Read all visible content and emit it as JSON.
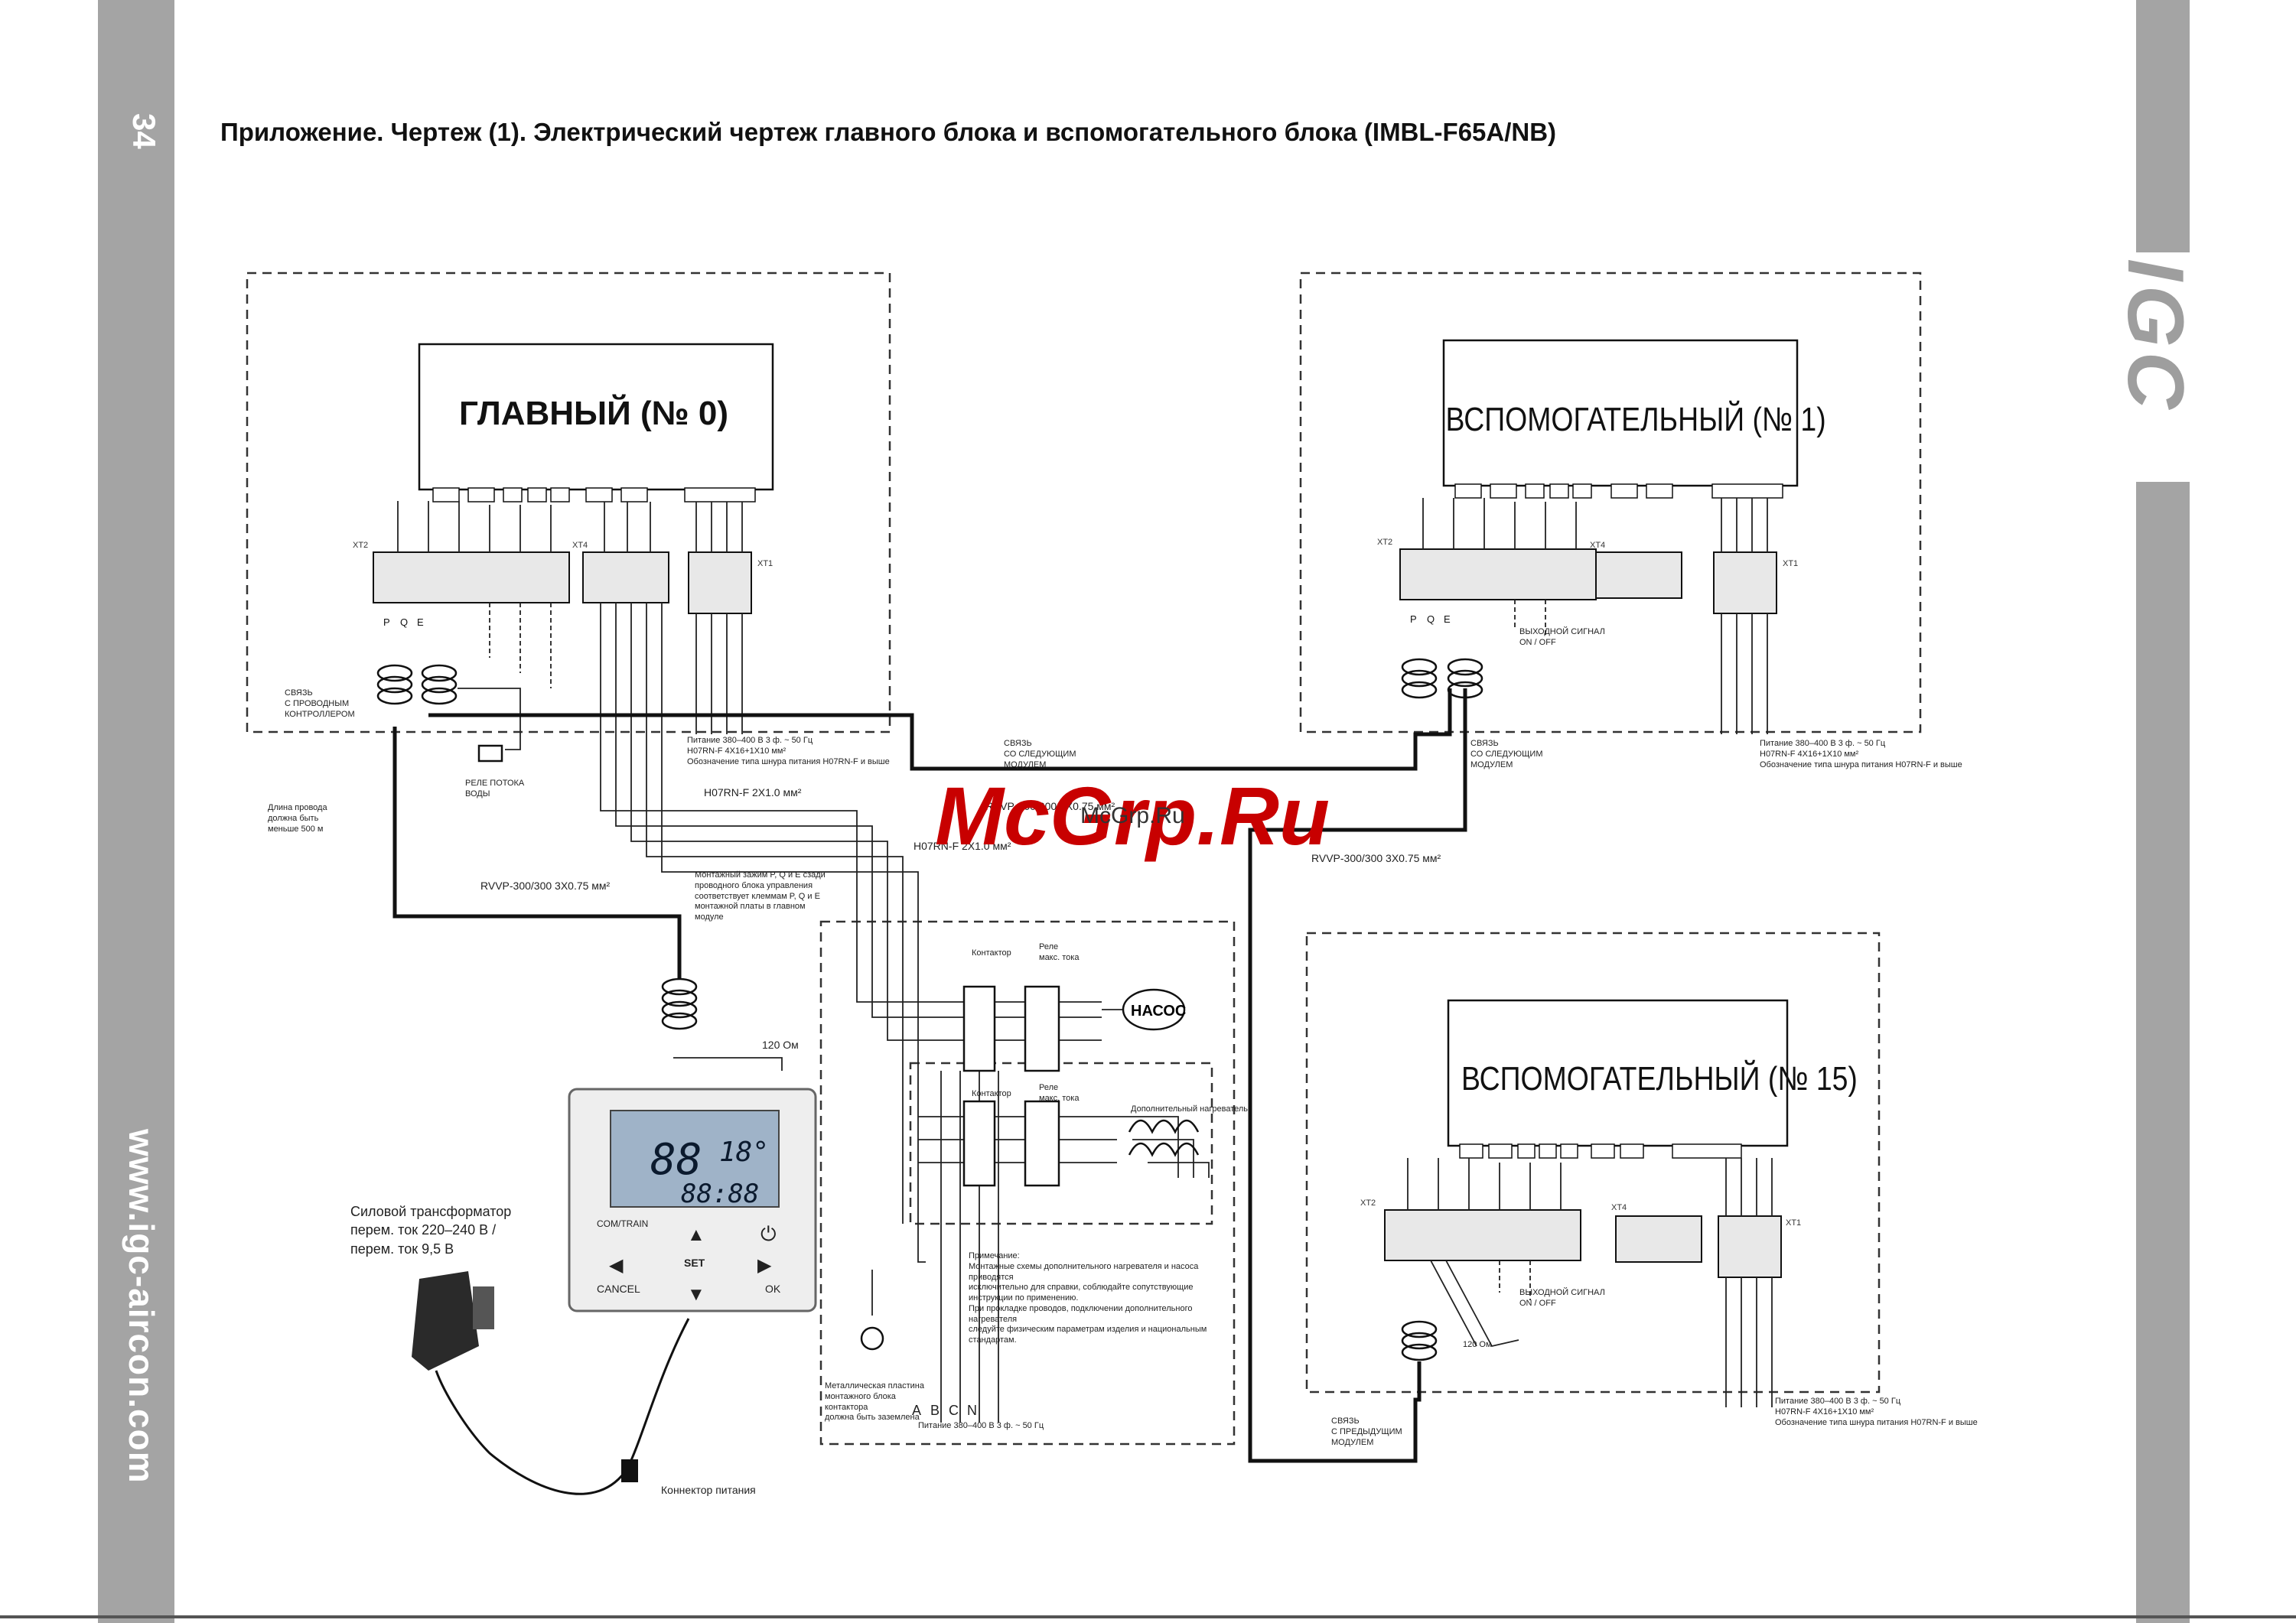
{
  "page_number": "34",
  "website": "www.igc-aircon.com",
  "logo_text": "IGC",
  "title": "Приложение. Чертеж (1). Электрический чертеж главного блока и вспомогательного блока (IMBL-F65A/NB)",
  "watermark": "McGrp.Ru",
  "watermark_small": "McGrp.Ru",
  "units": {
    "main": "ГЛАВНЫЙ (№ 0)",
    "aux1": "ВСПОМОГАТЕЛЬНЫЙ (№ 1)",
    "aux15": "ВСПОМОГАТЕЛЬНЫЙ (№ 15)"
  },
  "terminals": {
    "xt2": "XT2",
    "xt4": "XT4",
    "xt1": "XT1",
    "pqe": [
      "P",
      "Q",
      "E"
    ],
    "abcn": [
      "A",
      "B",
      "C",
      "N"
    ]
  },
  "labels": {
    "link_wired_controller": "СВЯЗЬ\nС ПРОВОДНЫМ\nКОНТРОЛЛЕРОМ",
    "water_flow_relay": "РЕЛЕ ПОТОКА\nВОДЫ",
    "link_next_module_main": "СВЯЗЬ\nСО СЛЕДУЮЩИМ\nМОДУЛЕМ",
    "link_next_module_aux": "СВЯЗЬ\nСО СЛЕДУЮЩИМ\nМОДУЛЕМ",
    "link_prev_module": "СВЯЗЬ\nС ПРЕДЫДУЩИМ\nМОДУЛЕМ",
    "power_main": "Питание 380–400 В 3 ф. ~ 50 Гц\nH07RN-F 4X16+1X10 мм²\nОбозначение типа шнура питания H07RN-F и выше",
    "power_aux1": "Питание 380–400 В 3 ф. ~ 50 Гц\nH07RN-F 4X16+1X10 мм²\nОбозначение типа шнура питания H07RN-F и выше",
    "power_aux15": "Питание 380–400 В 3 ф. ~ 50 Гц\nH07RN-F 4X16+1X10 мм²\nОбозначение типа шнура питания H07RN-F и выше",
    "power_pump_panel": "Питание 380–400 В 3 ф. ~ 50 Гц",
    "cable_h07_a": "H07RN-F 2X1.0 мм²",
    "cable_h07_b": "H07RN-F 2X1.0 мм²",
    "cable_rvvp_a": "RVVP-300/300 3X0.75 мм²",
    "cable_rvvp_b": "RVVP-300/300 3X0.75 мм²",
    "cable_rvvp_c": "RVVP-300/300 3X0.75 мм²",
    "wire_length": "Длина провода\nдолжна быть\nменьше 500 м",
    "mounting_note": "Монтажный зажим P, Q и E сзади\nпроводного блока управления\nсоответствует клеммам P, Q и E\nмонтажной платы в главном\nмодуле",
    "contactor_1": "Контактор",
    "contactor_2": "Контактор",
    "relay_1": "Реле\nмакс. тока",
    "relay_2": "Реле\nмакс. тока",
    "extra_heater": "Дополнительный нагреватель",
    "pump": "НАСОС",
    "resistor_120_a": "120 Ом",
    "resistor_120_b": "120 Ом",
    "output_signal_1": "ВЫХОДНОЙ СИГНАЛ\nON / OFF",
    "output_signal_2": "ВЫХОДНОЙ СИГНАЛ\nON / OFF",
    "metal_plate": "Металлическая пластина\nмонтажного блока контактора\nдолжна быть заземлена",
    "note": "Примечание:\nМонтажные схемы дополнительного нагревателя и насоса приводятся\nисключительно для справки, соблюдайте сопутствующие\nинструкции по применению.\nПри прокладке проводов, подключении дополнительного нагревателя\nследуйте физическим параметрам изделия и национальным\nстандартам.",
    "transformer": "Силовой трансформатор\nперем. ток 220–240 В /\nперем. ток 9,5 В",
    "connector": "Коннектор питания"
  },
  "controller": {
    "display_big": "88",
    "display_temp": "18°",
    "display_time": "88:88",
    "buttons": {
      "comfort": "COM/TRAIN",
      "set": "SET",
      "cancel": "CANCEL",
      "ok": "OK",
      "up": "▲",
      "down": "▼",
      "left": "◀",
      "right": "▶",
      "power": "⏻"
    }
  }
}
